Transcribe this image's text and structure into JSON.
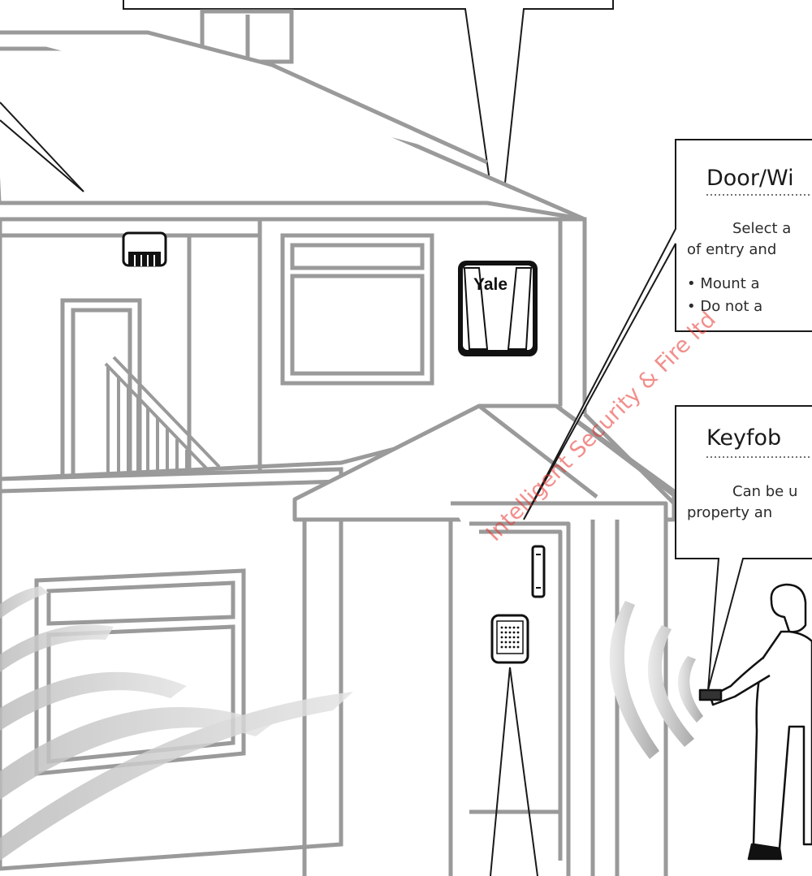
{
  "callouts": {
    "door_window": {
      "title": "Door/Wi",
      "lines": [
        "Select a",
        "of entry and",
        "•  Mount a",
        "•  Do not a"
      ]
    },
    "keyfob": {
      "title": "Keyfob",
      "lines": [
        "Can be u",
        "property an"
      ]
    }
  },
  "panel_logo": "Yale",
  "watermark": "Intelligent Security & Fire ltd",
  "colors": {
    "outline": "#9a9a9a",
    "fill": "#ffffff",
    "dark": "#1a1a1a",
    "wave": "#cccccc",
    "watermark": "#e8322c"
  }
}
